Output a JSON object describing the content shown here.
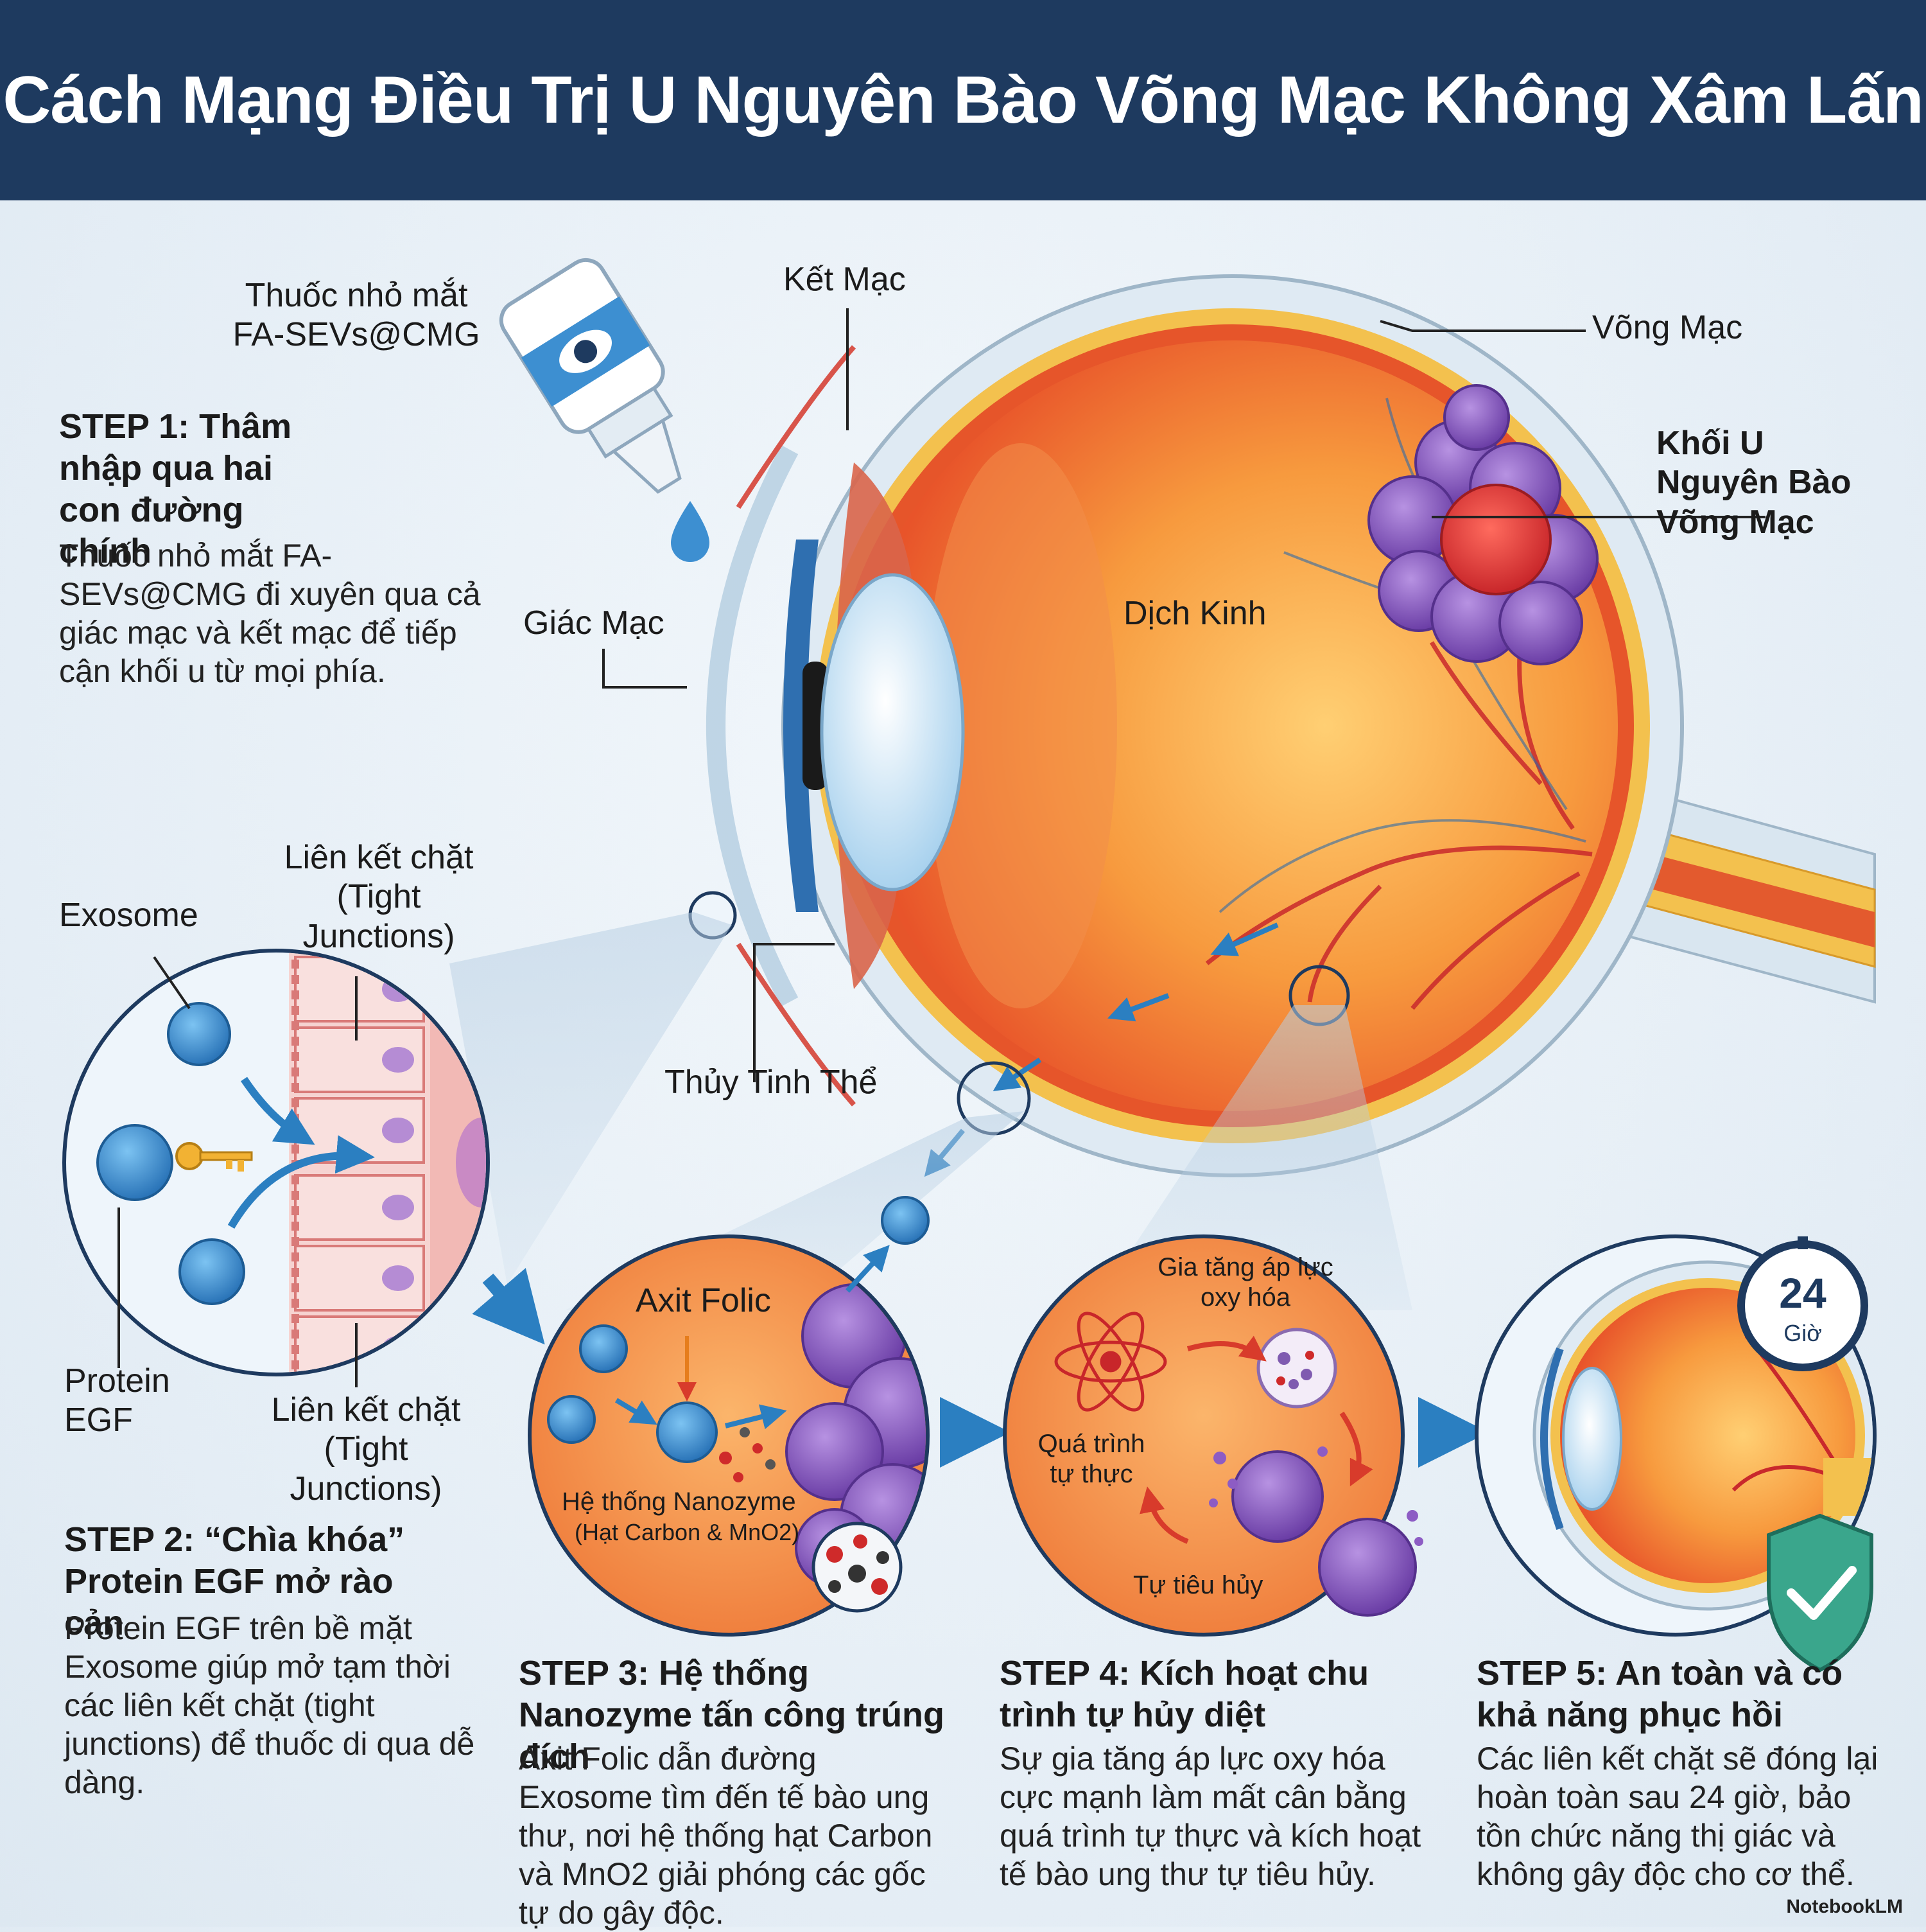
{
  "title": "Cách Mạng Điều Trị U Nguyên Bào Võng Mạc Không Xâm Lấn",
  "labels": {
    "eye_drop": "Thuốc nhỏ mắt FA-SEVs@CMG",
    "conjunctiva": "Kết Mạc",
    "retina": "Võng Mạc",
    "tumor": "Khối U Nguyên Bào Võng Mạc",
    "cornea": "Giác Mạc",
    "vitreous": "Dịch Kinh",
    "lens": "Thủy Tinh Thể",
    "exosome": "Exosome",
    "tight_junction_top": "Liên kết chặt (Tight Junctions)",
    "tight_junction_bottom": "Liên kết chặt (Tight Junctions)",
    "protein_egf": "Protein EGF",
    "folic_acid": "Axit Folic",
    "nanozyme": "Hệ thống Nanozyme",
    "nanozyme_sub": "(Hạt Carbon & MnO2)",
    "oxidative": "Gia tăng áp lực oxy hóa",
    "autophagy": "Quá trình tự thực",
    "self_destruct": "Tự tiêu hủy",
    "hours_value": "24",
    "hours_unit": "Giờ",
    "brand": "NotebookLM"
  },
  "steps": [
    {
      "title": "STEP 1: Thâm nhập qua hai con đường chính",
      "desc": "Thuốc nhỏ mắt FA-SEVs@CMG đi xuyên qua cả giác mạc và kết mạc để tiếp cận khối u từ mọi phía."
    },
    {
      "title": "STEP 2: “Chìa khóa” Protein EGF mở rào cản",
      "desc": "Protein EGF trên bề mặt Exosome giúp mở tạm thời các liên kết chặt (tight junctions) để thuốc di qua dễ dàng."
    },
    {
      "title": "STEP 3: Hệ thống Nanozyme tấn công trúng đích",
      "desc": "Axit Folic dẫn đường Exosome tìm đến tế bào ung thư, nơi hệ thống hạt Carbon và MnO2 giải phóng các gốc tự do gây độc."
    },
    {
      "title": "STEP 4: Kích hoạt chu trình tự hủy diệt",
      "desc": "Sự gia tăng áp lực oxy hóa cực mạnh làm mất cân bằng quá trình tự thực và kích hoạt tế bào ung thư tự tiêu hủy."
    },
    {
      "title": "STEP 5: An toàn và có khả năng phục hồi",
      "desc": "Các liên kết chặt sẽ đóng lại hoàn toàn sau 24 giờ, bảo tồn chức năng thị giác và không gây độc cho cơ thể."
    }
  ],
  "colors": {
    "header": "#1e3a5f",
    "exosome": "#3d8fd1",
    "tumor": "#8d5cc4",
    "tissue": "#f5a35c",
    "arrow": "#2b7fc1",
    "sclera": "#dfeaf3"
  }
}
